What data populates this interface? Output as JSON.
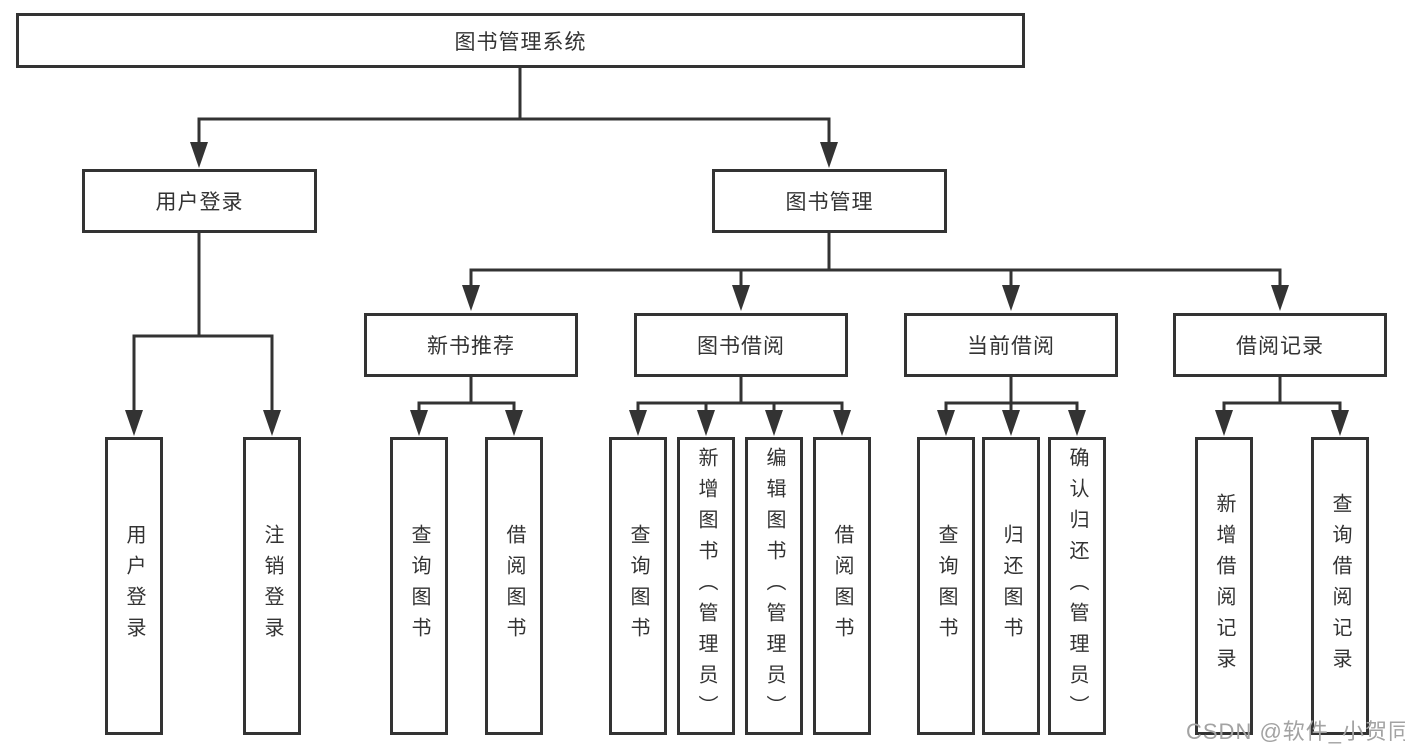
{
  "root": {
    "label": "图书管理系统"
  },
  "branches": {
    "user_login": {
      "label": "用户登录",
      "children": [
        "用户登录",
        "注销登录"
      ]
    },
    "book_mgmt": {
      "label": "图书管理",
      "sections": {
        "new_book": {
          "label": "新书推荐",
          "children": [
            "查询图书",
            "借阅图书"
          ]
        },
        "book_borrow": {
          "label": "图书借阅",
          "children": [
            "查询图书",
            "新增图书（管理员）",
            "编辑图书（管理员）",
            "借阅图书"
          ]
        },
        "current_borrow": {
          "label": "当前借阅",
          "children": [
            "查询图书",
            "归还图书",
            "确认归还（管理员）"
          ]
        },
        "borrow_record": {
          "label": "借阅记录",
          "children": [
            "新增借阅记录",
            "查询借阅记录"
          ]
        }
      }
    }
  },
  "watermark": "CSDN @软件_小贺同学",
  "colors": {
    "line": "#333333",
    "text": "#333333",
    "watermark": "#a3a3a3",
    "background": "#ffffff"
  }
}
